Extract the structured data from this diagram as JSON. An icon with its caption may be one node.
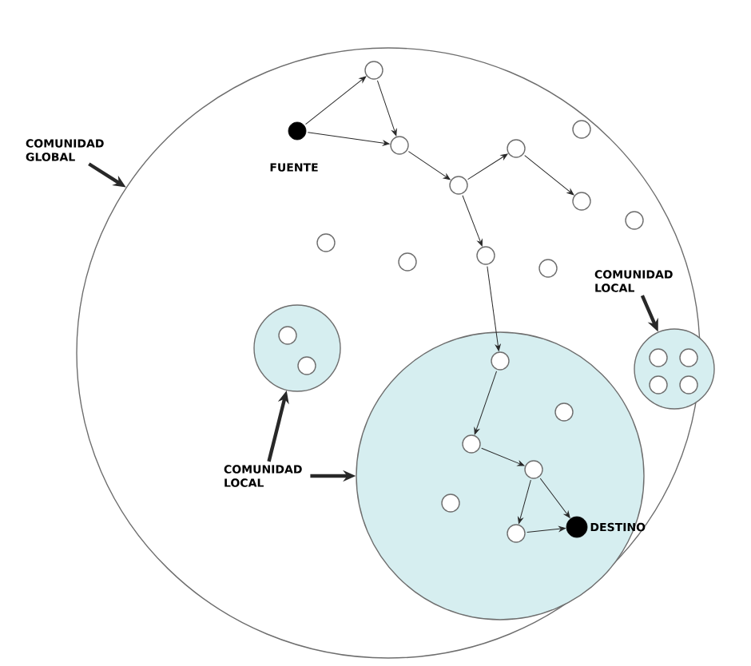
{
  "diagram": {
    "nodes": [
      {
        "text": [],
        "shape": "circle"
      },
      {
        "text": [
          "COMUNIDAD GLOBAL"
        ]
      },
      {
        "text": [],
        "shape": "circle",
        "in": 0
      },
      {
        "text": [],
        "shape": "dot",
        "in": 0,
        "beside": [
          "FUENTE"
        ]
      },
      {
        "text": [],
        "shape": "circle",
        "in": 0
      },
      {
        "text": [],
        "shape": "circle",
        "in": 0
      },
      {
        "text": [],
        "shape": "circle",
        "in": 0
      },
      {
        "text": [],
        "shape": "circle",
        "in": 0
      },
      {
        "text": [],
        "shape": "circle",
        "in": 0
      },
      {
        "text": [],
        "shape": "circle",
        "in": 0
      },
      {
        "text": [],
        "shape": "circle",
        "in": 0
      },
      {
        "text": [],
        "shape": "circle",
        "in": 0
      },
      {
        "text": [],
        "shape": "circle",
        "in": 0
      },
      {
        "text": [],
        "shape": "circle",
        "in": 0
      },
      {
        "text": [
          "COMUNIDAD LOCAL"
        ],
        "in": 0
      },
      {
        "text": [],
        "shape": "circle",
        "in": 0
      },
      {
        "text": [],
        "shape": "circle",
        "in": 15
      },
      {
        "text": [],
        "shape": "circle",
        "in": 15
      },
      {
        "text": [],
        "shape": "circle",
        "in": 0
      },
      {
        "text": [],
        "shape": "circle",
        "in": 18
      },
      {
        "text": [],
        "shape": "circle",
        "in": 18
      },
      {
        "text": [],
        "shape": "circle",
        "in": 18
      },
      {
        "text": [],
        "shape": "circle",
        "in": 18
      },
      {
        "text": [],
        "shape": "circle",
        "in": 0
      },
      {
        "text": [],
        "shape": "circle",
        "in": 23
      },
      {
        "text": [],
        "shape": "circle",
        "in": 23
      },
      {
        "text": [],
        "shape": "circle",
        "in": 23
      },
      {
        "text": [],
        "shape": "circle",
        "in": 23
      },
      {
        "text": [],
        "shape": "circle",
        "in": 23
      },
      {
        "text": [],
        "shape": "circle",
        "in": 23
      },
      {
        "text": [],
        "shape": "dot",
        "in": 23,
        "beside": [
          "DESTINO"
        ]
      },
      {
        "text": [
          "COMUNIDAD LOCAL"
        ],
        "in": 0
      }
    ],
    "edges": [
      {
        "from": 1,
        "to": 0,
        "arrow": "to",
        "style": "thick"
      },
      {
        "from": 3,
        "to": 2,
        "arrow": "to"
      },
      {
        "from": 3,
        "to": 4,
        "arrow": "to"
      },
      {
        "from": 2,
        "to": 4,
        "arrow": "to"
      },
      {
        "from": 4,
        "to": 6,
        "arrow": "to"
      },
      {
        "from": 6,
        "to": 7,
        "arrow": "to"
      },
      {
        "from": 7,
        "to": 8,
        "arrow": "to"
      },
      {
        "from": 6,
        "to": 11,
        "arrow": "to"
      },
      {
        "from": 11,
        "to": 24,
        "arrow": "to"
      },
      {
        "from": 24,
        "to": 26,
        "arrow": "to"
      },
      {
        "from": 26,
        "to": 27,
        "arrow": "to"
      },
      {
        "from": 27,
        "to": 29,
        "arrow": "to"
      },
      {
        "from": 27,
        "to": 30,
        "arrow": "to"
      },
      {
        "from": 29,
        "to": 30,
        "arrow": "to"
      },
      {
        "from": 14,
        "to": 18,
        "arrow": "to",
        "style": "thick"
      },
      {
        "from": 31,
        "to": 15,
        "arrow": "to",
        "style": "thick"
      },
      {
        "from": 31,
        "to": 23,
        "arrow": "to",
        "style": "thick"
      }
    ]
  }
}
